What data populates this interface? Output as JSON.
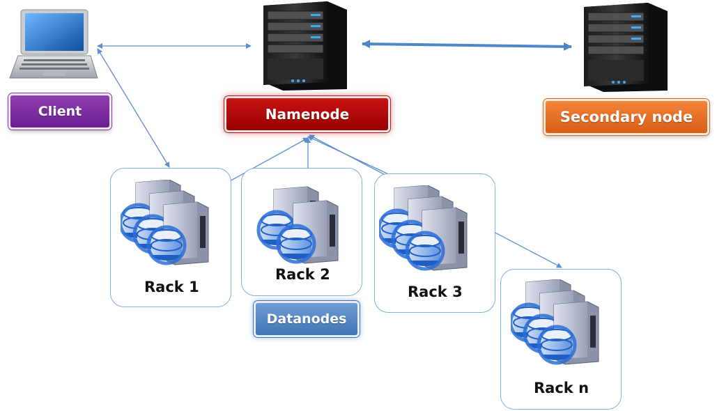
{
  "client": {
    "label": "Client",
    "icon": "laptop-icon"
  },
  "namenode": {
    "label": "Namenode",
    "icon": "server-tower-icon"
  },
  "secondary": {
    "label": "Secondary node",
    "icon": "server-tower-icon"
  },
  "datanodes": {
    "label": "Datanodes"
  },
  "racks": [
    {
      "label": "Rack 1",
      "servers": 3
    },
    {
      "label": "Rack 2",
      "servers": 2
    },
    {
      "label": "Rack 3",
      "servers": 3
    },
    {
      "label": "Rack n",
      "servers": 3
    }
  ],
  "colors": {
    "client": "#6b1e91",
    "namenode": "#b00000",
    "secondary": "#e06a1c",
    "datanodes": "#4a7ebf",
    "connector": "#5b8fd0",
    "rack_border": "#7fb0df"
  }
}
